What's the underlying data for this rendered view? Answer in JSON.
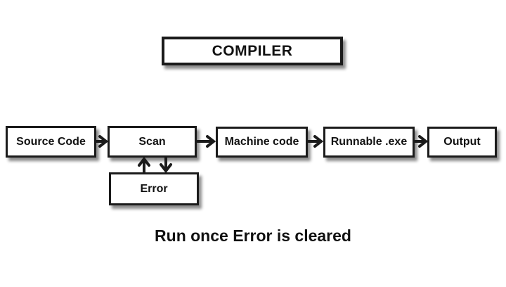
{
  "diagram": {
    "title": "COMPILER",
    "caption": "Run once Error is cleared",
    "nodes": {
      "compiler": {
        "label": "COMPILER"
      },
      "source_code": {
        "label": "Source Code"
      },
      "scan": {
        "label": "Scan"
      },
      "machine_code": {
        "label": "Machine code"
      },
      "runnable_exe": {
        "label": "Runnable .exe"
      },
      "output": {
        "label": "Output"
      },
      "error": {
        "label": "Error"
      }
    },
    "edges": [
      {
        "from": "source_code",
        "to": "scan",
        "direction": "right"
      },
      {
        "from": "scan",
        "to": "machine_code",
        "direction": "right"
      },
      {
        "from": "machine_code",
        "to": "runnable_exe",
        "direction": "right"
      },
      {
        "from": "runnable_exe",
        "to": "output",
        "direction": "right"
      },
      {
        "from": "error",
        "to": "scan",
        "direction": "up"
      },
      {
        "from": "scan",
        "to": "error",
        "direction": "down"
      }
    ],
    "colors": {
      "background": "#ffffff",
      "box_fill": "#ffffff",
      "border": "#1b1b1b",
      "text": "#111111",
      "shadow": "rgba(0,0,0,0.45)"
    }
  }
}
